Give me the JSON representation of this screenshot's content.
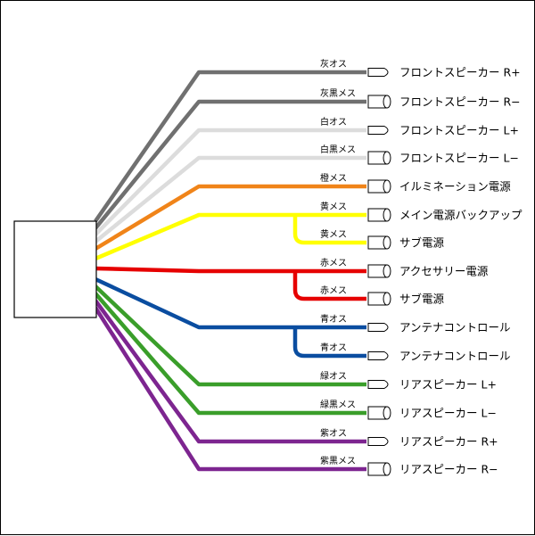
{
  "wires": [
    {
      "id": "gray-male",
      "color": "#707070",
      "label": "灰オス",
      "connector": "male",
      "function": "フロントスピーカー R+"
    },
    {
      "id": "gray-black-female",
      "color": "#707070",
      "label": "灰黒メス",
      "connector": "female",
      "function": "フロントスピーカー R−"
    },
    {
      "id": "white-male",
      "color": "#dcdcdc",
      "label": "白オス",
      "connector": "male",
      "function": "フロントスピーカー L+"
    },
    {
      "id": "white-black-female",
      "color": "#dcdcdc",
      "label": "白黒メス",
      "connector": "female",
      "function": "フロントスピーカー L−"
    },
    {
      "id": "orange-female",
      "color": "#f08419",
      "label": "橙メス",
      "connector": "female",
      "function": "イルミネーション電源"
    },
    {
      "id": "yellow-female-1",
      "color": "#ffff00",
      "label": "黄メス",
      "connector": "female",
      "function": "メイン電源バックアップ"
    },
    {
      "id": "yellow-female-2",
      "color": "#ffff00",
      "label": "黄メス",
      "connector": "female",
      "function": "サブ電源"
    },
    {
      "id": "red-female-1",
      "color": "#e60000",
      "label": "赤メス",
      "connector": "female",
      "function": "アクセサリー電源"
    },
    {
      "id": "red-female-2",
      "color": "#e60000",
      "label": "赤メス",
      "connector": "female",
      "function": "サブ電源"
    },
    {
      "id": "blue-male-1",
      "color": "#0a4da0",
      "label": "青オス",
      "connector": "male",
      "function": "アンテナコントロール"
    },
    {
      "id": "blue-male-2",
      "color": "#0a4da0",
      "label": "青オス",
      "connector": "male",
      "function": "アンテナコントロール"
    },
    {
      "id": "green-male",
      "color": "#3a9e2a",
      "label": "緑オス",
      "connector": "male",
      "function": "リアスピーカー L+"
    },
    {
      "id": "green-black-female",
      "color": "#3a9e2a",
      "label": "緑黒メス",
      "connector": "female",
      "function": "リアスピーカー L−"
    },
    {
      "id": "purple-male",
      "color": "#7d2590",
      "label": "紫オス",
      "connector": "male",
      "function": "リアスピーカー R+"
    },
    {
      "id": "purple-black-female",
      "color": "#7d2590",
      "label": "紫黒メス",
      "connector": "female",
      "function": "リアスピーカー R−"
    }
  ]
}
